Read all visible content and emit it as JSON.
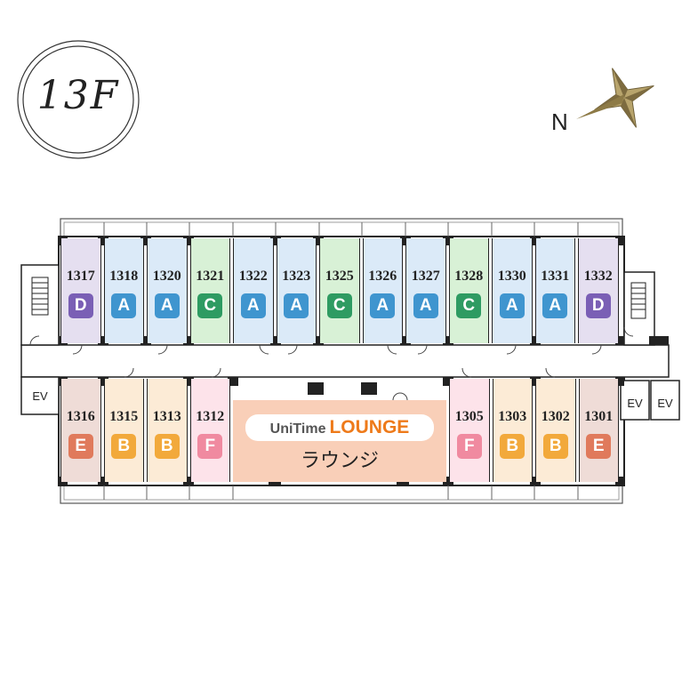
{
  "floor": {
    "label": "13F"
  },
  "compass": {
    "label": "N"
  },
  "type_colors": {
    "A": "#3f95cf",
    "B": "#f2a93b",
    "C": "#2e9b62",
    "D": "#7a5fb5",
    "E": "#e07a5c",
    "F": "#f08aa0"
  },
  "room_fills": {
    "A": "#dbeaf8",
    "B": "#fcebd6",
    "C": "#d8f1d6",
    "D": "#e5dff0",
    "E": "#efdcd7",
    "F": "#fde3ea"
  },
  "north_rooms": [
    {
      "number": "1317",
      "type": "D"
    },
    {
      "number": "1318",
      "type": "A"
    },
    {
      "number": "1320",
      "type": "A"
    },
    {
      "number": "1321",
      "type": "C"
    },
    {
      "number": "1322",
      "type": "A"
    },
    {
      "number": "1323",
      "type": "A"
    },
    {
      "number": "1325",
      "type": "C"
    },
    {
      "number": "1326",
      "type": "A"
    },
    {
      "number": "1327",
      "type": "A"
    },
    {
      "number": "1328",
      "type": "C"
    },
    {
      "number": "1330",
      "type": "A"
    },
    {
      "number": "1331",
      "type": "A"
    },
    {
      "number": "1332",
      "type": "D"
    }
  ],
  "south_west_rooms": [
    {
      "number": "1316",
      "type": "E"
    },
    {
      "number": "1315",
      "type": "B"
    },
    {
      "number": "1313",
      "type": "B"
    },
    {
      "number": "1312",
      "type": "F"
    }
  ],
  "south_east_rooms": [
    {
      "number": "1305",
      "type": "F"
    },
    {
      "number": "1303",
      "type": "B"
    },
    {
      "number": "1302",
      "type": "B"
    },
    {
      "number": "1301",
      "type": "E"
    }
  ],
  "elevators": {
    "west": "EV",
    "east_1": "EV",
    "east_2": "EV"
  },
  "lounge": {
    "brand": "UniTime",
    "title": "LOUNGE",
    "subtitle": "ラウンジ"
  }
}
